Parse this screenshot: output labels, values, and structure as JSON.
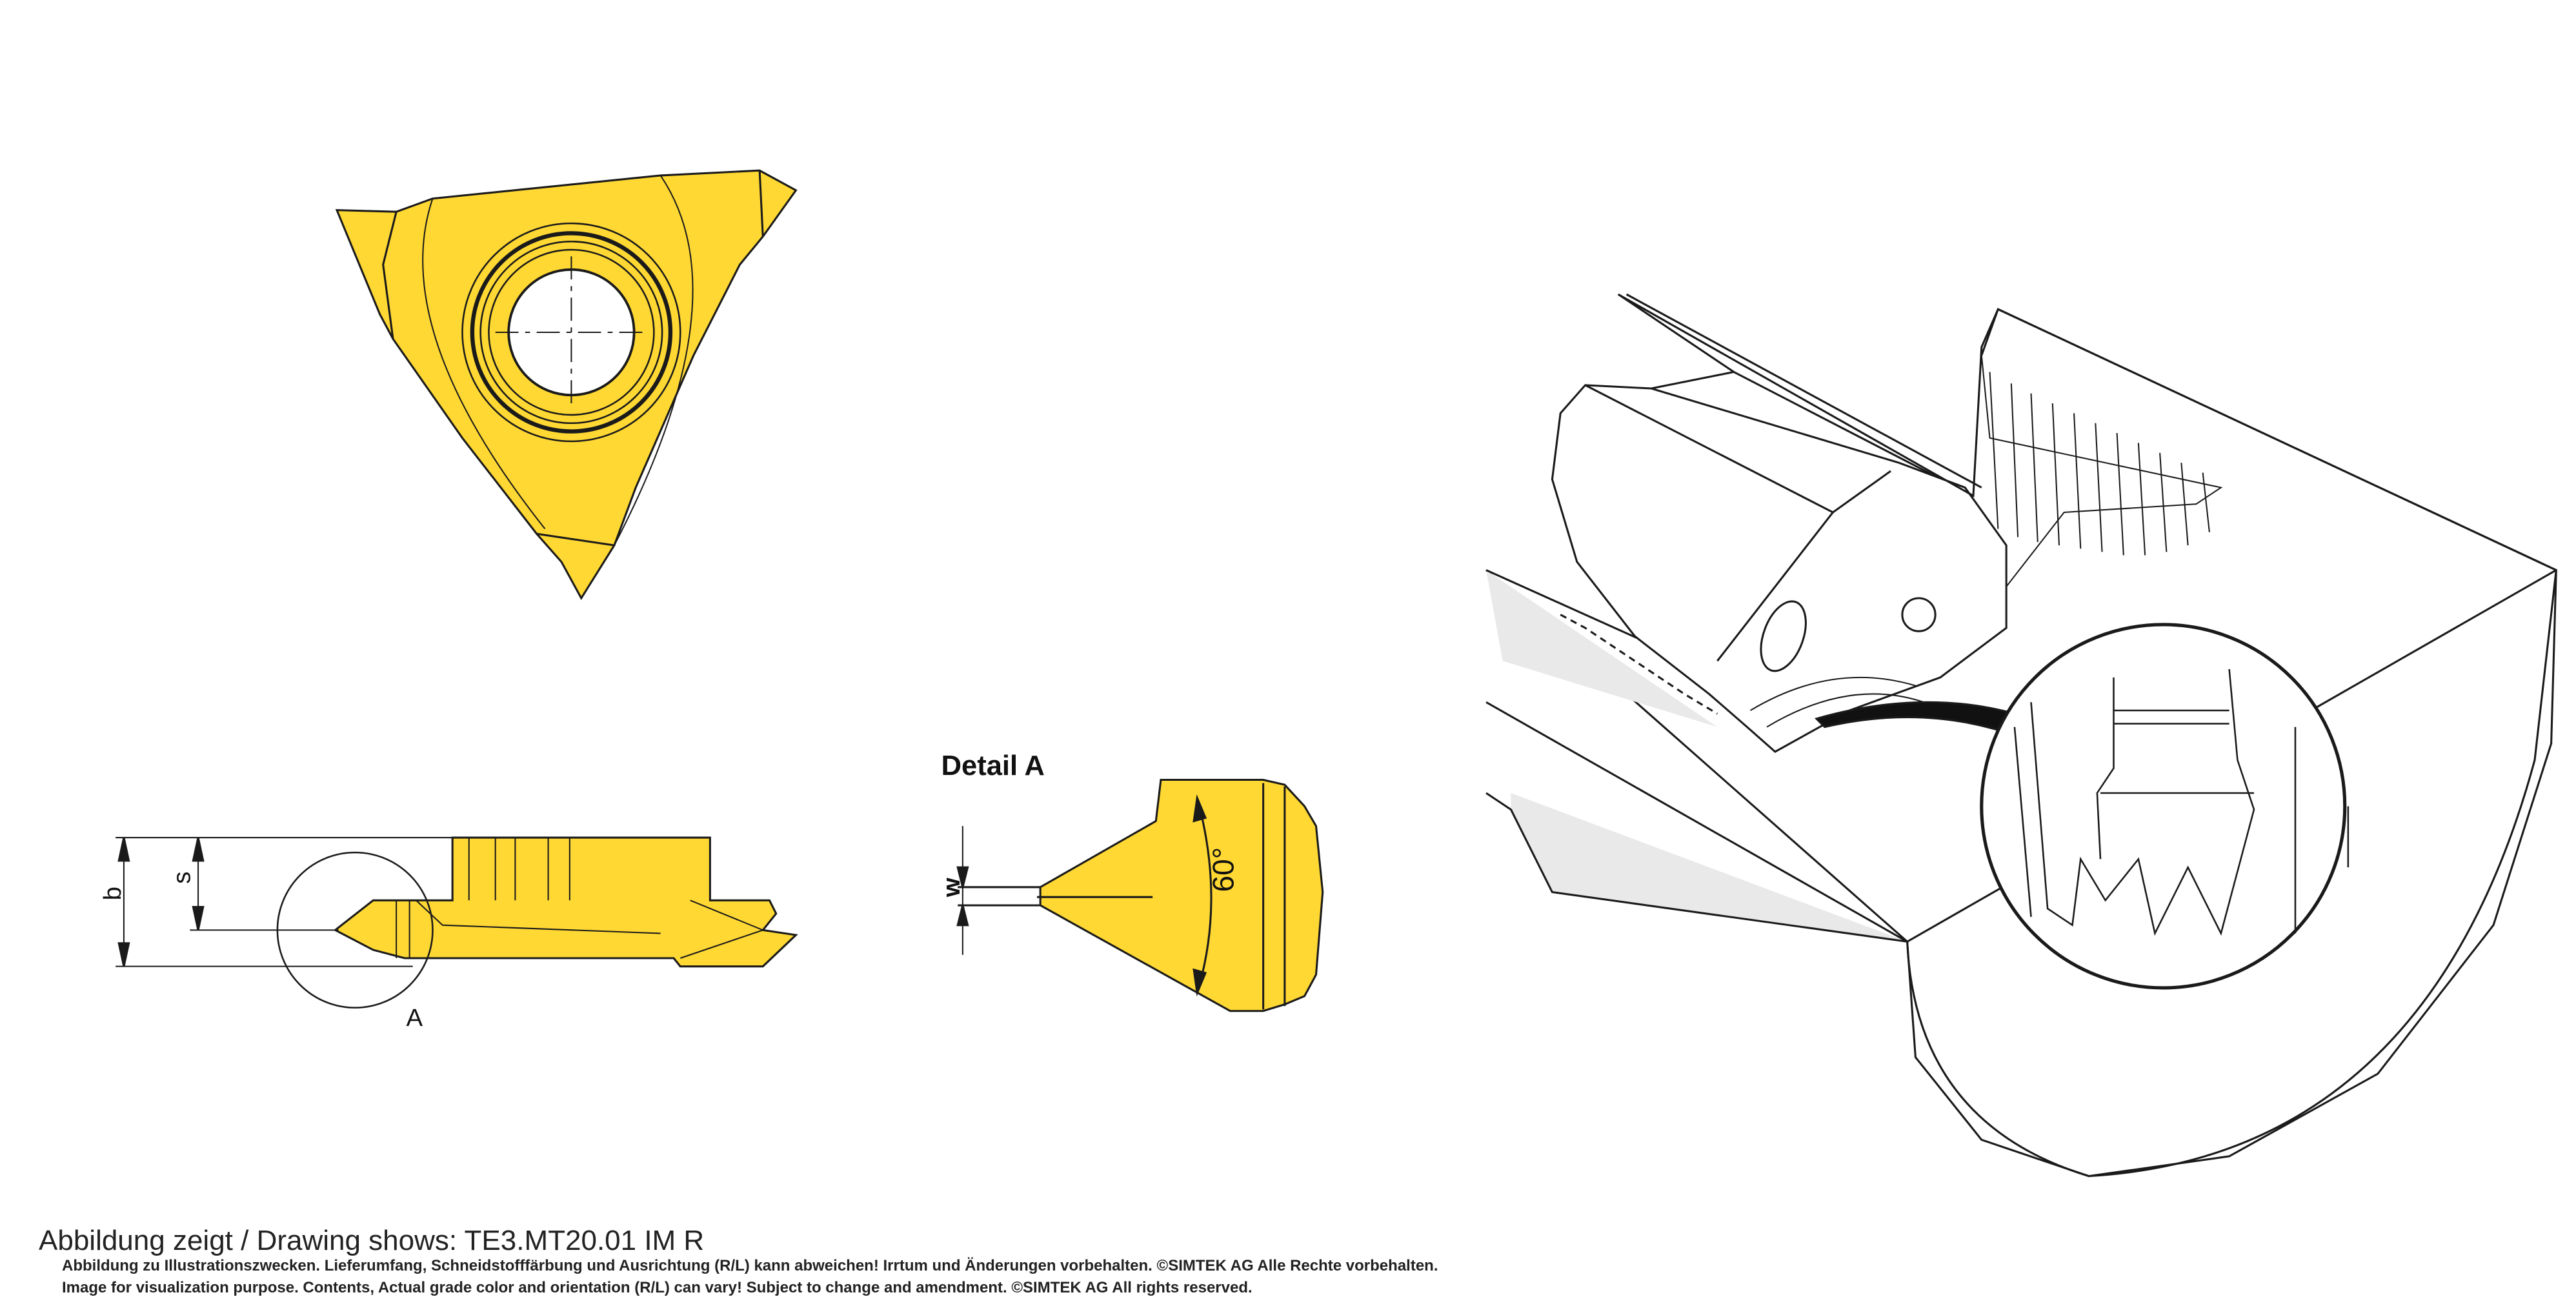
{
  "colors": {
    "insert_yellow": "#FFD833",
    "outline": "#1a1a1a",
    "shade": "#e8e8e8"
  },
  "labels": {
    "dim_b": "b",
    "dim_s": "s",
    "detail_marker": "A",
    "detail_title": "Detail A",
    "dim_w": "w",
    "angle": "60°"
  },
  "caption": {
    "title": "Abbildung zeigt / Drawing shows: TE3.MT20.01 IM R",
    "disclaimer_de": "Abbildung zu Illustrationszwecken. Lieferumfang, Schneidstofffärbung und Ausrichtung (R/L) kann abweichen! Irrtum und Änderungen vorbehalten. ©SIMTEK AG Alle Rechte vorbehalten.",
    "disclaimer_en": "Image for visualization purpose. Contents, Actual grade color and orientation (R/L) can vary! Subject to change and amendment. ©SIMTEK AG All rights reserved."
  }
}
